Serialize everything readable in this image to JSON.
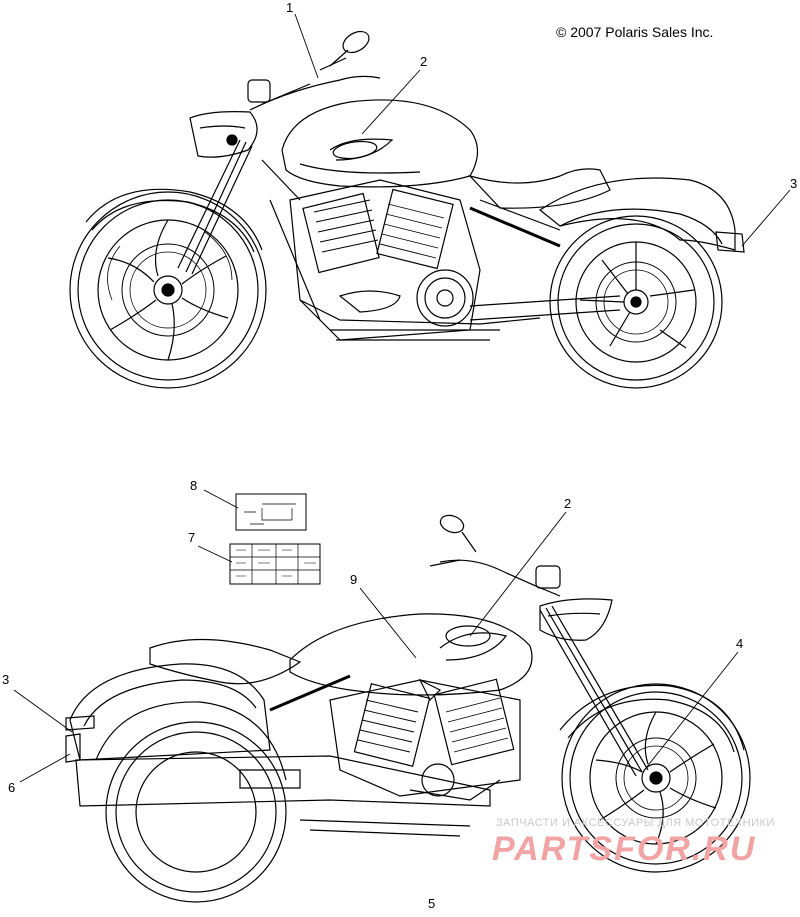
{
  "copyright": "© 2007 Polaris Sales Inc.",
  "callouts": {
    "c1": "1",
    "c2_top": "2",
    "c3_top": "3",
    "c8": "8",
    "c7": "7",
    "c2_bottom": "2",
    "c9": "9",
    "c4": "4",
    "c3_bottom": "3",
    "c6": "6",
    "c5": "5"
  },
  "watermark": {
    "line": "ЗАПЧАСТИ И АКСЕССУАРЫ ДЛЯ МОТОТЕХНИКИ",
    "logo": "PARTSFOR.RU"
  },
  "colors": {
    "line": "#000000",
    "watermark_red": "#f2a3a3",
    "watermark_gray": "#c9c9c9"
  }
}
